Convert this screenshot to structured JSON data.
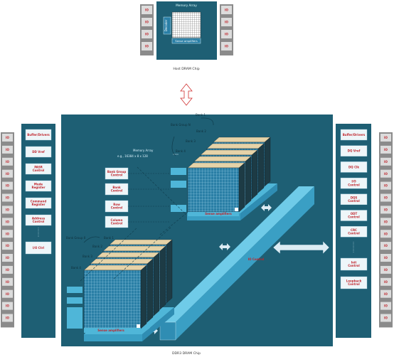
{
  "top_chip": {
    "caption": "Host DRAM Chip",
    "memory_array_label": "Memory Array",
    "decoder_label": "Decoder",
    "sense_amplifiers_label": "Sense amplifiers",
    "left_pins": [
      "IO",
      "IO",
      "IO",
      "IO"
    ],
    "right_pins": [
      "IO",
      "IO",
      "IO",
      "IO"
    ]
  },
  "bottom_chip": {
    "caption": "DDR3 DRAM Chip",
    "memory_array_label": "Memory Array",
    "memory_array_sub": "e.g., 16384 x 8 x 128",
    "left_pins": [
      "IO",
      "IO",
      "IO",
      "IO",
      "IO",
      "IO",
      "IO",
      "IO",
      "IO",
      "IO",
      "IO",
      "IO",
      "IO",
      "IO",
      "IO",
      "IO"
    ],
    "right_pins": [
      "IO",
      "IO",
      "IO",
      "IO",
      "IO",
      "IO",
      "IO",
      "IO",
      "IO",
      "IO",
      "IO",
      "IO",
      "IO",
      "IO",
      "IO",
      "IO"
    ],
    "left_panel": [
      "Buffer/Drivers",
      "DD Vref",
      "PASR Control",
      "Mode Register",
      "Command Register",
      "Address Control"
    ],
    "left_panel_bottom": "I/O Ctrl",
    "right_panel": [
      "Buffer/Drivers",
      "DQ Vref",
      "DQ Clk",
      "I/O Control",
      "DQS Control",
      "ODT Control",
      "CRC Control"
    ],
    "right_panel_bottom": [
      "Init Control",
      "Loopback Control"
    ],
    "center_boxes": [
      "Bank Group Control",
      "Bank Control",
      "Row Control",
      "Column Control"
    ],
    "bank_group_top": "Bank Group N",
    "bank_group_bottom": "Bank Group 0",
    "bank_labels_top": [
      "Bank 1",
      "Bank 2",
      "Bank 3",
      "Bank 4"
    ],
    "bank_labels_bottom": [
      "Bank 1",
      "Bank 2",
      "Bank 3",
      "Bank 4"
    ],
    "sense_amp_label": "Sense amplifiers",
    "io_control_label": "IO Control"
  },
  "colors": {
    "teal": "#1e5f74",
    "cyan": "#4fb6d8",
    "pin": "#c8c8c8",
    "label_bg": "#eef6f9",
    "red": "#c0262d"
  }
}
